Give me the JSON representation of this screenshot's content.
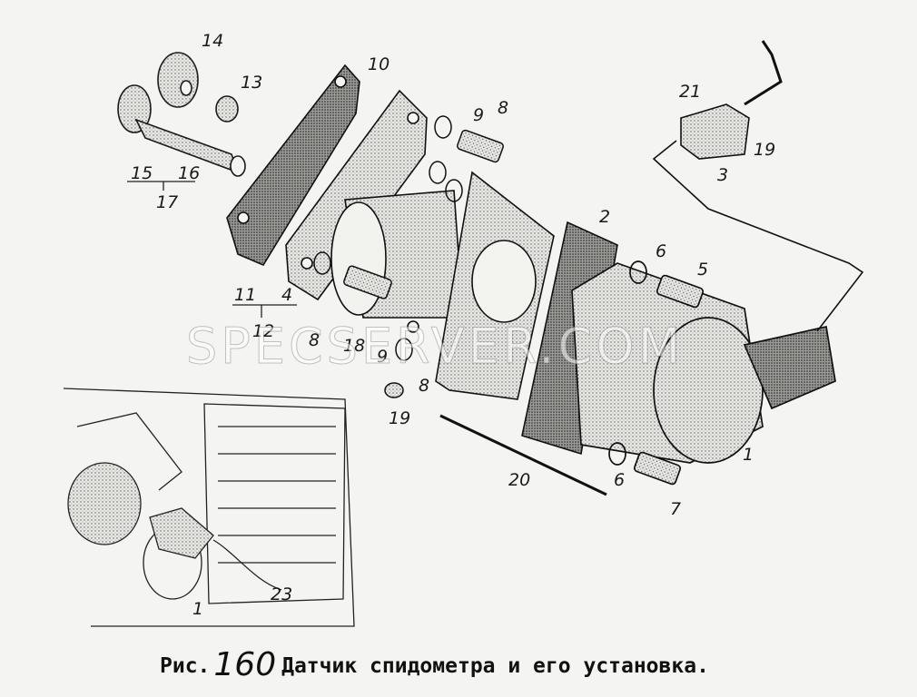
{
  "callouts": {
    "c14": "14",
    "c13": "13",
    "c10": "10",
    "c9a": "9",
    "c8a": "8",
    "c21": "21",
    "c19a": "19",
    "c3": "3",
    "c15": "15",
    "c16": "16",
    "c17": "17",
    "c2": "2",
    "c6a": "6",
    "c5": "5",
    "c11": "11",
    "c4": "4",
    "c12": "12",
    "c8b": "8",
    "c18": "18",
    "c9b": "9",
    "c8c": "8",
    "c19b": "19",
    "c1a": "1",
    "c20": "20",
    "c6b": "6",
    "c7": "7",
    "c1b": "1",
    "c23": "23"
  },
  "watermark": "SPECSERVER.COM",
  "caption": {
    "prefix": "Рис.",
    "number": "160",
    "text": "Датчик спидометра и его установка."
  }
}
